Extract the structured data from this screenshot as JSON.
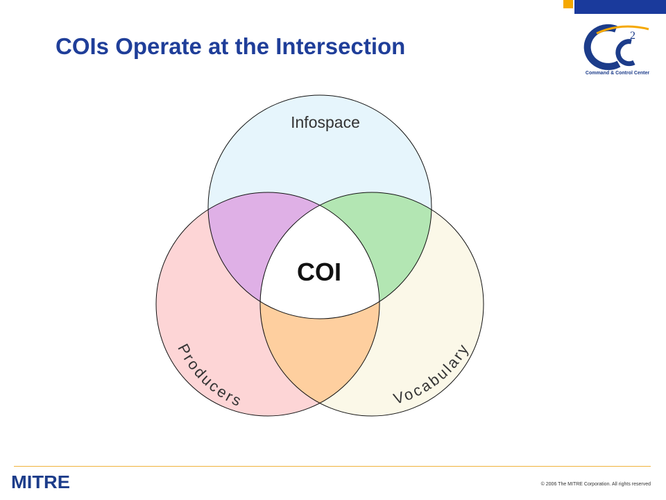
{
  "slide": {
    "title": "COIs Operate at the Intersection",
    "footer": {
      "brand": "MITRE",
      "copyright": "© 2006 The MITRE Corporation.  All rights reserved"
    },
    "logo": {
      "text": "Command & Control Center",
      "mark": "C2C",
      "icon": "c2c-logo"
    }
  },
  "diagram": {
    "circles": [
      {
        "label": "Infospace",
        "color": "#e6f5fc"
      },
      {
        "label": "Producers",
        "color": "#fdd5d6"
      },
      {
        "label": "Vocabulary",
        "color": "#fbf8e8"
      }
    ],
    "intersections": {
      "infospace_producers": "#dfb0e6",
      "infospace_vocabulary": "#b3e6b3",
      "producers_vocabulary": "#fecf9f"
    },
    "center_label": "COI",
    "outline_color": "#111111"
  },
  "colors": {
    "title": "#1f3e99",
    "accent_gold": "#f5a800",
    "accent_blue": "#1a3a9c",
    "footer_rule": "#f0b23c"
  }
}
